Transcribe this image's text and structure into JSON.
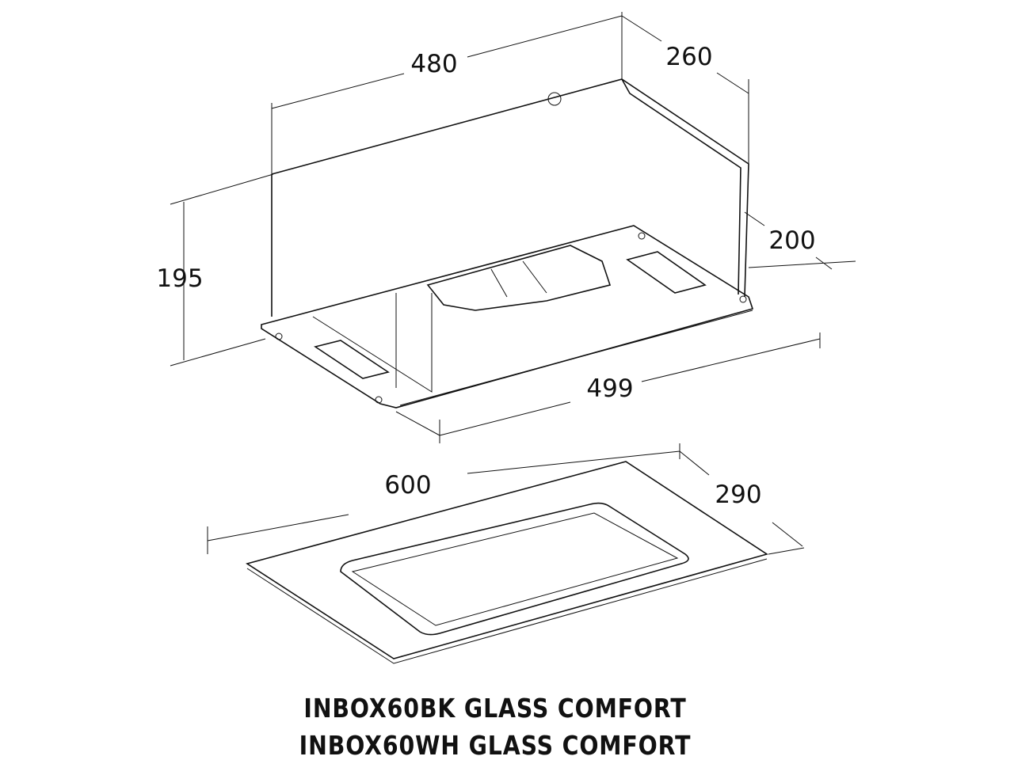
{
  "dimensions": {
    "width_top": "480",
    "depth_top": "260",
    "height": "195",
    "depth_inner": "200",
    "width_base": "499",
    "width_glass": "600",
    "depth_glass": "290"
  },
  "titles": [
    "INBOX60BK GLASS COMFORT",
    "INBOX60WH GLASS COMFORT"
  ]
}
